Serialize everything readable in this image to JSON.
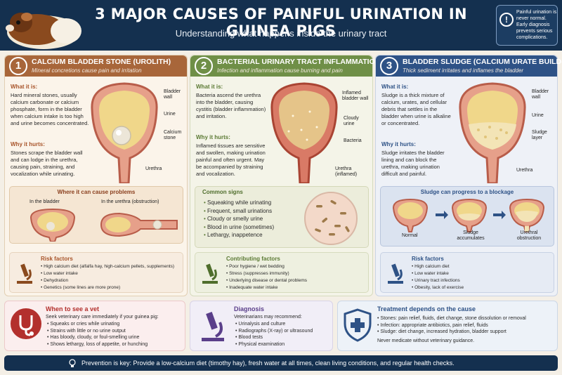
{
  "header": {
    "title": "3 MAJOR CAUSES OF PAINFUL URINATION IN GUINEA PIGS",
    "subtitle": "Understanding what happens inside the urinary tract",
    "alert_text": "Painful urination is never normal. Early diagnosis prevents serious complications."
  },
  "col1": {
    "number": "1",
    "title": "CALCIUM BLADDER STONE (UROLITH)",
    "subtitle": "Mineral concretions cause pain and irritation",
    "what_heading": "What it is:",
    "what_text": "Hard mineral stones, usually calcium carbonate or calcium phosphate, form in the bladder when calcium intake is too high and urine becomes concentrated.",
    "why_heading": "Why it hurts:",
    "why_text": "Stones scrape the bladder wall and can lodge in the urethra, causing pain, straining, and vocalization while urinating.",
    "labels": [
      "Bladder wall",
      "Urine",
      "Calcium stone",
      "Urethra"
    ],
    "where_title": "Where it can cause problems",
    "where_left": "In the bladder",
    "where_right": "In the urethra (obstruction)",
    "risk_title": "Risk factors",
    "risks": [
      "High calcium diet (alfalfa hay, high-calcium pellets, supplements)",
      "Low water intake",
      "Dehydration",
      "Genetics (some lines are more prone)"
    ]
  },
  "col2": {
    "number": "2",
    "title": "BACTERIAL URINARY TRACT INFLAMMATION",
    "subtitle": "Infection and inflammation cause burning and pain",
    "what_heading": "What it is:",
    "what_text": "Bacteria ascend the urethra into the bladder, causing cystitis (bladder inflammation) and irritation.",
    "why_heading": "Why it hurts:",
    "why_text": "Inflamed tissues are sensitive and swollen, making urination painful and often urgent. May be accompanied by straining and vocalization.",
    "labels": [
      "Inflamed bladder wall",
      "Cloudy urine",
      "Bacteria",
      "Urethra (inflamed)"
    ],
    "signs_title": "Common signs",
    "signs": [
      "Squeaking while urinating",
      "Frequent, small urinations",
      "Cloudy or smelly urine",
      "Blood in urine (sometimes)",
      "Lethargy, inappetence"
    ],
    "risk_title": "Contributing factors",
    "risks": [
      "Poor hygiene / wet bedding",
      "Stress (suppresses immunity)",
      "Underlying disease or dental problems",
      "Inadequate water intake"
    ]
  },
  "col3": {
    "number": "3",
    "title": "BLADDER SLUDGE (CALCIUM URATE BUILD-UP)",
    "subtitle": "Thick sediment irritates and inflames the bladder",
    "what_heading": "What it is:",
    "what_text": "Sludge is a thick mixture of calcium, urates, and cellular debris that settles in the bladder when urine is alkaline or concentrated.",
    "why_heading": "Why it hurts:",
    "why_text": "Sludge irritates the bladder lining and can block the urethra, making urination difficult and painful.",
    "labels": [
      "Bladder wall",
      "Urine",
      "Sludge layer",
      "Urethra"
    ],
    "prog_title": "Sludge can progress to a blockage",
    "prog_labels": [
      "Normal",
      "Sludge accumulates",
      "Urethral obstruction"
    ],
    "risk_title": "Risk factors",
    "risks": [
      "High calcium diet",
      "Low water intake",
      "Urinary tract infections",
      "Obesity, lack of exercise"
    ]
  },
  "vet": {
    "title": "When to see a vet",
    "intro": "Seek veterinary care immediately if your guinea pig:",
    "items": [
      "Squeaks or cries while urinating",
      "Strains with little or no urine output",
      "Has bloody, cloudy, or foul-smelling urine",
      "Shows lethargy, loss of appetite, or hunching"
    ]
  },
  "diagnosis": {
    "title": "Diagnosis",
    "intro": "Veterinarians may recommend:",
    "items": [
      "Urinalysis and culture",
      "Radiographs (X-ray) or ultrasound",
      "Blood tests",
      "Physical examination"
    ]
  },
  "treatment": {
    "title": "Treatment depends on the cause",
    "items": [
      "Stones: pain relief, fluids, diet change, stone dissolution or removal",
      "Infection: appropriate antibiotics, pain relief, fluids",
      "Sludge: diet change, increased hydration, bladder support"
    ],
    "note": "Never medicate without veterinary guidance."
  },
  "footer": {
    "text": "Prevention is key: Provide a low-calcium diet (timothy hay), fresh water at all times, clean living conditions, and regular health checks."
  }
}
